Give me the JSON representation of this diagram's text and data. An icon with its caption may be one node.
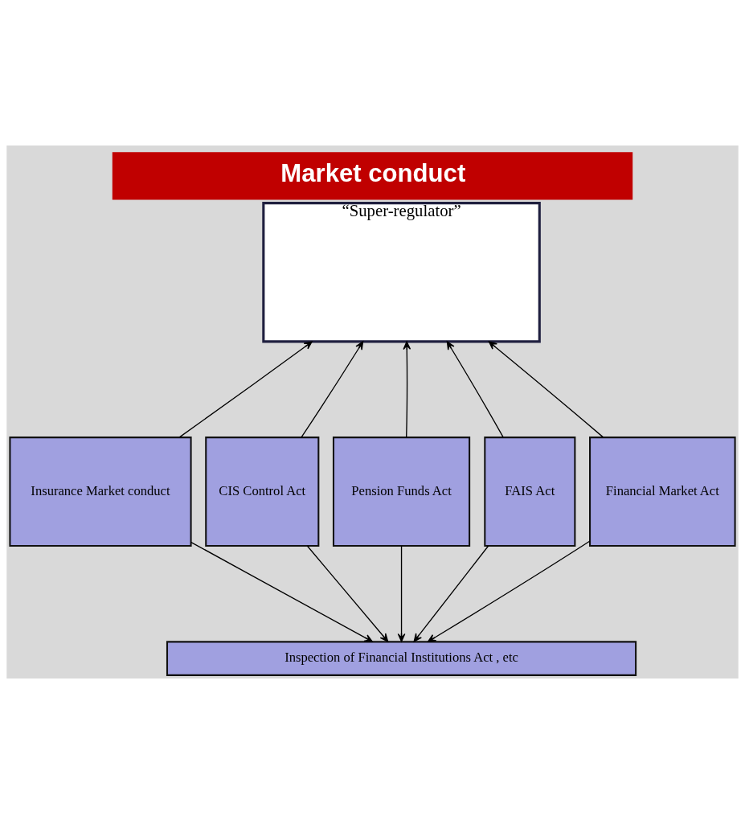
{
  "diagram": {
    "title": "Market conduct",
    "nodes": [
      {
        "text": [
          "“Super-regulator”"
        ]
      },
      {
        "text": [
          "Insurance Market conduct"
        ]
      },
      {
        "text": [
          "CIS Control Act"
        ]
      },
      {
        "text": [
          "Pension Funds Act"
        ]
      },
      {
        "text": [
          "FAIS Act"
        ]
      },
      {
        "text": [
          "Financial Market Act"
        ]
      },
      {
        "text": [
          "Inspection of Financial Institutions Act , etc"
        ]
      }
    ],
    "edges": [
      {
        "from": 1,
        "to": 0,
        "arrow": "to"
      },
      {
        "from": 2,
        "to": 0,
        "arrow": "to"
      },
      {
        "from": 3,
        "to": 0,
        "arrow": "to"
      },
      {
        "from": 4,
        "to": 0,
        "arrow": "to"
      },
      {
        "from": 5,
        "to": 0,
        "arrow": "to"
      },
      {
        "from": 1,
        "to": 6,
        "arrow": "to"
      },
      {
        "from": 2,
        "to": 6,
        "arrow": "to"
      },
      {
        "from": 3,
        "to": 6,
        "arrow": "to"
      },
      {
        "from": 4,
        "to": 6,
        "arrow": "to"
      },
      {
        "from": 5,
        "to": 6,
        "arrow": "to"
      }
    ]
  }
}
